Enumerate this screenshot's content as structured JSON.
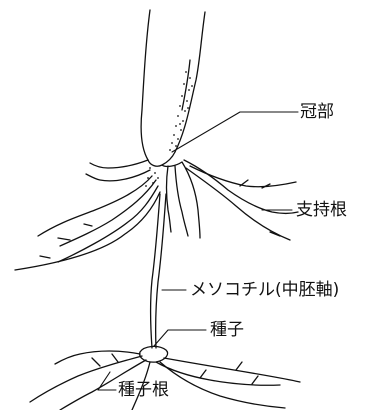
{
  "labels": {
    "crown": "冠部",
    "brace_root": "支持根",
    "mesocotyl": "メソコチル(中胚軸)",
    "seed": "種子",
    "seminal_root": "種子根"
  },
  "colors": {
    "ink": "#111111",
    "background": "#ffffff"
  }
}
